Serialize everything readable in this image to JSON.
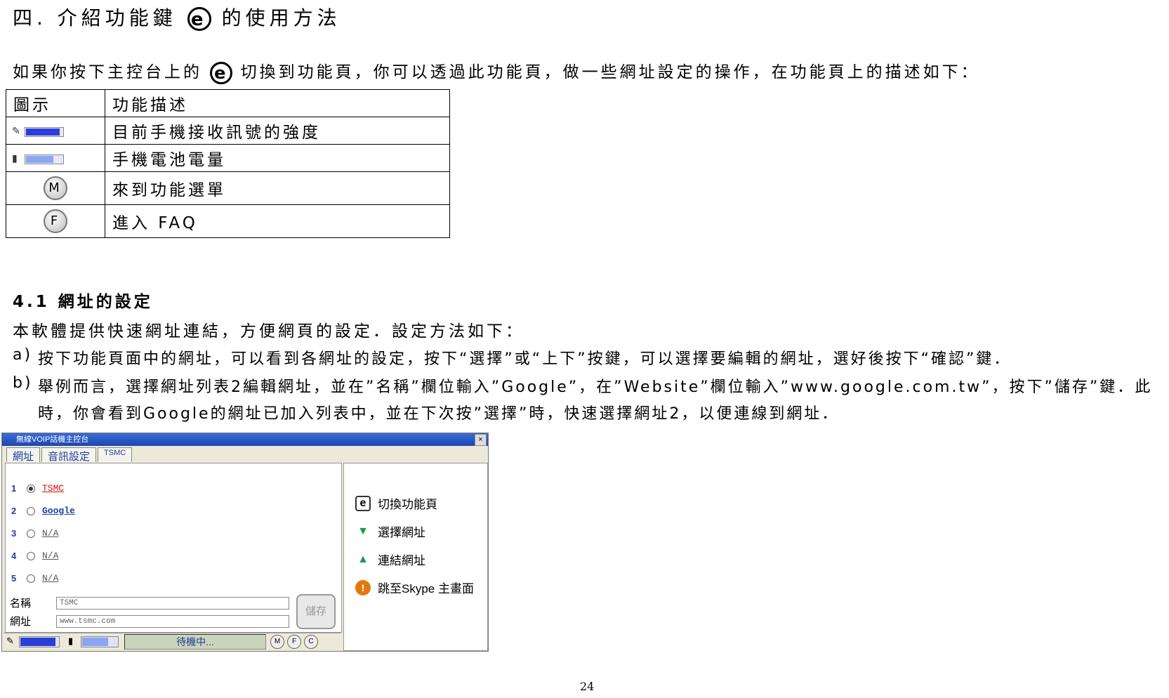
{
  "heading": {
    "prefix": "四. 介紹功能鍵",
    "icon_glyph": "e",
    "suffix": "的使用方法"
  },
  "intro": {
    "prefix": "如果你按下主控台上的",
    "icon_glyph": "e",
    "suffix": "切換到功能頁，你可以透過此功能頁，做一些網址設定的操作，在功能頁上的描述如下："
  },
  "legend": {
    "header": [
      "圖示",
      "功能描述"
    ],
    "rows": [
      {
        "icon": "signal-strength-icon",
        "label": "目前手機接收訊號的強度"
      },
      {
        "icon": "battery-icon",
        "label": "手機電池電量"
      },
      {
        "icon": "m-button-icon",
        "icon_text": "M",
        "label": "來到功能選單"
      },
      {
        "icon": "f-button-icon",
        "icon_text": "F",
        "label": "進入 FAQ"
      }
    ],
    "signal_level": 0.92,
    "battery_level": 0.75
  },
  "section": {
    "title": "4.1 網址的設定",
    "desc": "本軟體提供快速網址連結，方便網頁的設定．設定方法如下："
  },
  "steps": [
    {
      "marker": "a)",
      "text": "按下功能頁面中的網址，可以看到各網址的設定，按下“選擇”或“上下”按鍵，可以選擇要編輯的網址，選好後按下“確認”鍵．"
    },
    {
      "marker": "b)",
      "text": "舉例而言，選擇網址列表2編輯網址，並在”名稱”欄位輸入”Google”，在”Website”欄位輸入”www.google.com.tw”，按下”儲存”鍵．此時，你會看到Google的網址已加入列表中，並在下次按”選擇”時，快速選擇網址2，以便連線到網址．"
    }
  ],
  "dialog": {
    "title": "無線VOIP話機主控台",
    "tabs": [
      "網址",
      "音訊設定",
      "TSMC"
    ],
    "rows": [
      {
        "num": "1",
        "label": "TSMC",
        "selected": true,
        "color": "#d01010"
      },
      {
        "num": "2",
        "label": "Google",
        "selected": false,
        "color": "#1f3fa0"
      },
      {
        "num": "3",
        "label": "N/A",
        "selected": false,
        "color": "#555555"
      },
      {
        "num": "4",
        "label": "N/A",
        "selected": false,
        "color": "#555555"
      },
      {
        "num": "5",
        "label": "N/A",
        "selected": false,
        "color": "#555555"
      }
    ],
    "name_label": "名稱",
    "name_value": "TSMC",
    "url_label": "網址",
    "url_value": "www.tsmc.com",
    "save_label": "儲存",
    "status_text": "待機中...",
    "status_buttons": [
      "M",
      "F",
      "C"
    ],
    "right_items": [
      {
        "icon": "e-icon",
        "glyph": "e",
        "label": "切換功能頁",
        "color": "#333333"
      },
      {
        "icon": "triangle-down-icon",
        "glyph": "▼",
        "label": "選擇網址",
        "color": "#1a9a4a"
      },
      {
        "icon": "triangle-up-icon",
        "glyph": "▲",
        "label": "連結網址",
        "color": "#1a9a4a"
      },
      {
        "icon": "info-icon",
        "glyph": "!",
        "label": "跳至Skype 主畫面",
        "color": "#e07a10"
      }
    ]
  },
  "page_number": "24"
}
